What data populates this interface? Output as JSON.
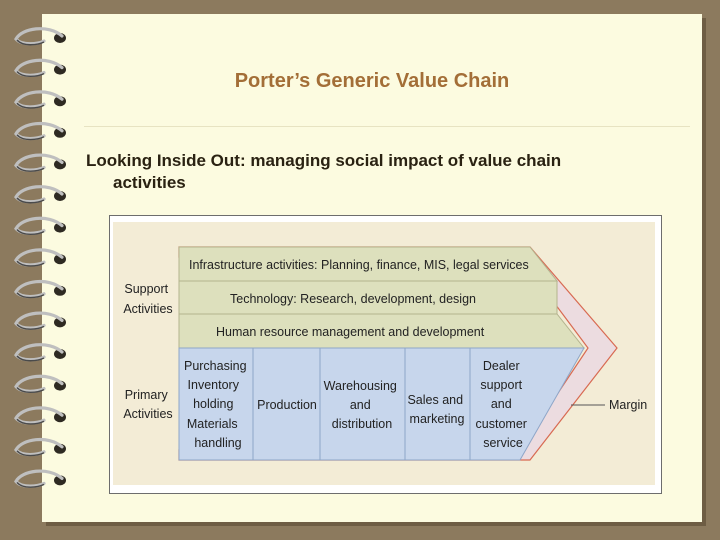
{
  "slide": {
    "title": "Porter’s Generic Value Chain",
    "subtitle_line1": "Looking Inside Out: managing social impact of value chain",
    "subtitle_line2": "activities"
  },
  "diagram": {
    "support_label": [
      "Support",
      "Activities"
    ],
    "primary_label": [
      "Primary",
      "Activities"
    ],
    "support_rows": [
      "Infrastructure activities: Planning, finance, MIS, legal services",
      "Technology: Research, development, design",
      "Human resource management and development"
    ],
    "primary_columns": [
      [
        "Purchasing",
        "Inventory",
        "holding",
        "Materials",
        "handling"
      ],
      [
        "Production"
      ],
      [
        "Warehousing",
        "and",
        "distribution"
      ],
      [
        "Sales and",
        "marketing"
      ],
      [
        "Dealer",
        "support",
        "and",
        "customer",
        "service"
      ]
    ],
    "margin_label": "Margin"
  },
  "colors": {
    "background": "#8c7a5e",
    "page": "#fcfbe0",
    "title": "#a36e37",
    "diagram_bg": "#f3ecd6",
    "support_fill": "#dde0bd",
    "primary_fill": "#c7d6ec",
    "margin_fill": "#ecdce0",
    "margin_stroke": "#d86a52"
  }
}
